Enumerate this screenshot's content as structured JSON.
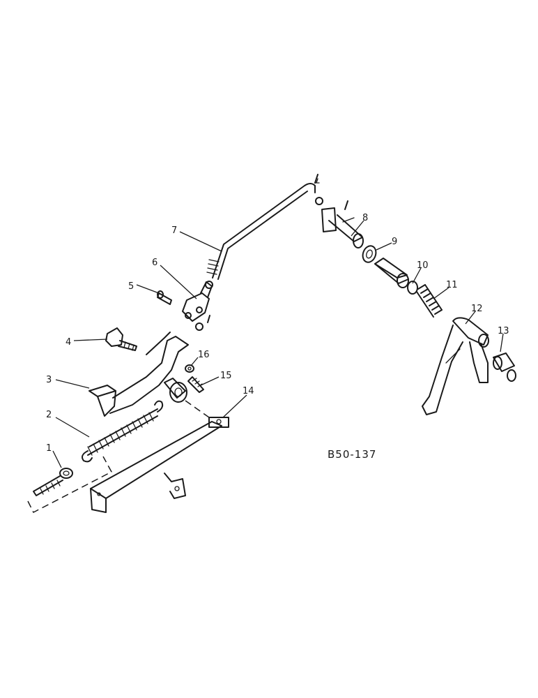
{
  "diagram": {
    "reference": "B50-137",
    "callouts": [
      "1",
      "2",
      "3",
      "4",
      "5",
      "6",
      "7",
      "8",
      "9",
      "10",
      "11",
      "12",
      "13",
      "14",
      "15",
      "16"
    ]
  }
}
